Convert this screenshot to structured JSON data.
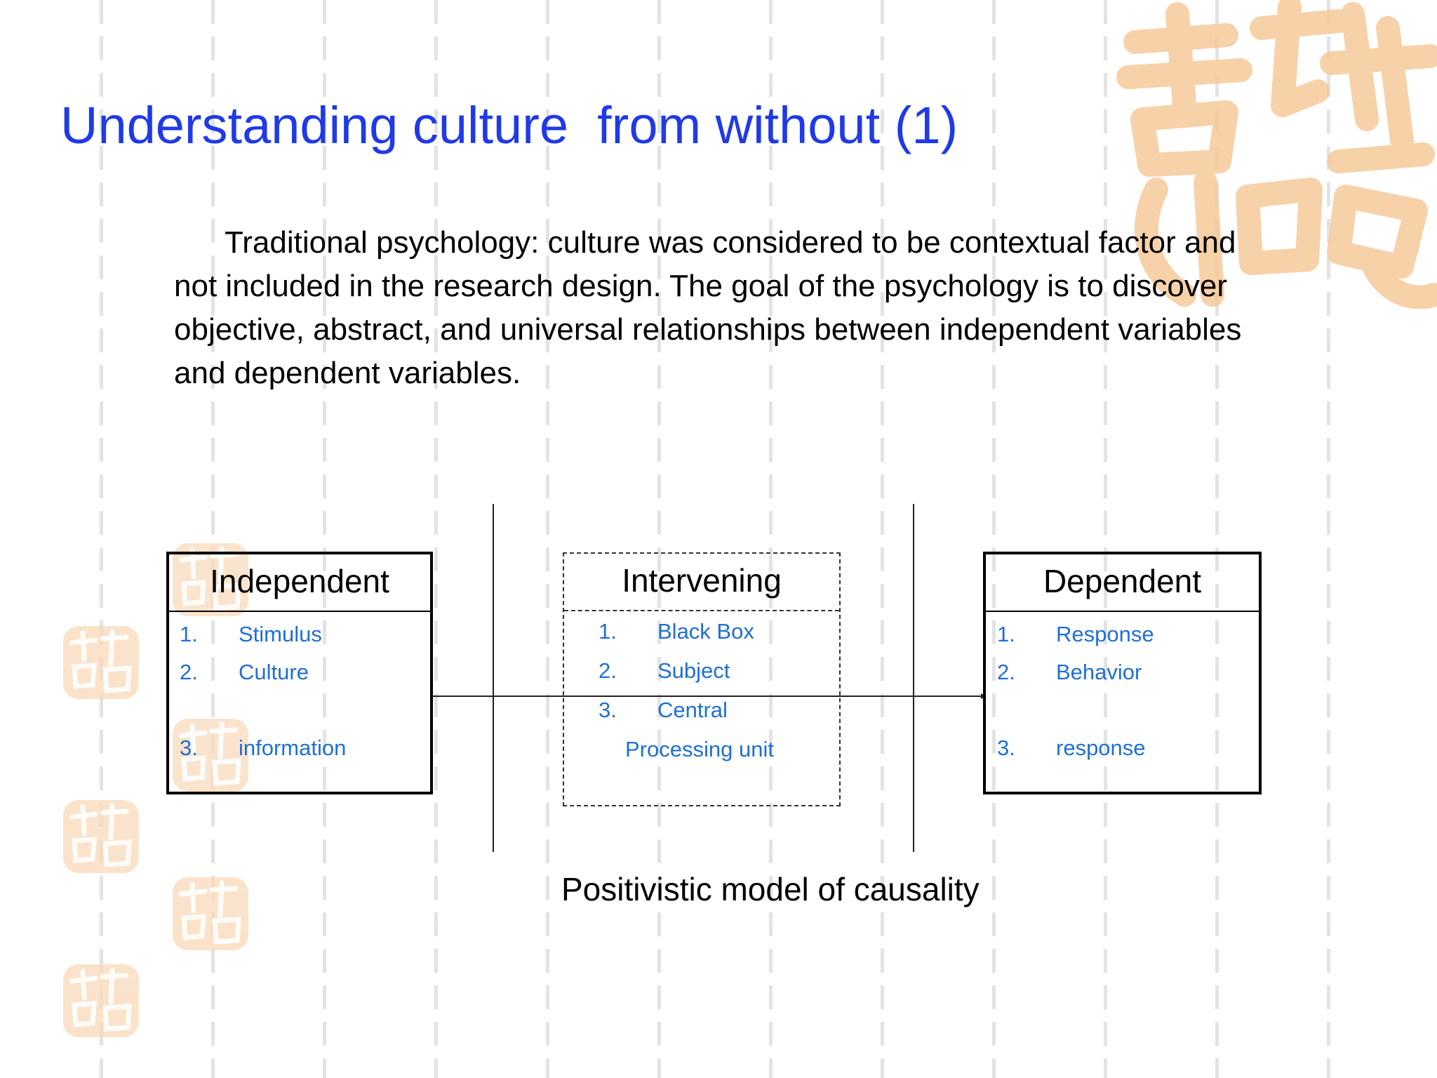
{
  "slide": {
    "title": "Understanding culture  from without (1)",
    "paragraph": "Traditional psychology: culture was considered to be contextual factor and not included in the research design. The goal of the psychology is to discover objective, abstract, and universal relationships between independent variables and dependent variables.",
    "accent_color": "#1f3ae6",
    "item_color": "#1f6fd4",
    "watermark_color": "#f6c99a"
  },
  "diagram": {
    "independent": {
      "header": "Independent",
      "items": [
        {
          "num": "1.",
          "label": "Stimulus"
        },
        {
          "num": "2.",
          "label": "Culture"
        },
        {
          "num": "3.",
          "label": "information"
        }
      ]
    },
    "intervening": {
      "header": "Intervening",
      "items": [
        {
          "num": "1.",
          "label": "Black Box"
        },
        {
          "num": "2.",
          "label": "Subject"
        },
        {
          "num": "3.",
          "label": "Central"
        }
      ],
      "continuation": "Processing  unit"
    },
    "dependent": {
      "header": "Dependent",
      "items": [
        {
          "num": "1.",
          "label": "Response"
        },
        {
          "num": "2.",
          "label": "Behavior"
        },
        {
          "num": "3.",
          "label": "response"
        }
      ]
    },
    "caption": "Positivistic model of causality"
  }
}
